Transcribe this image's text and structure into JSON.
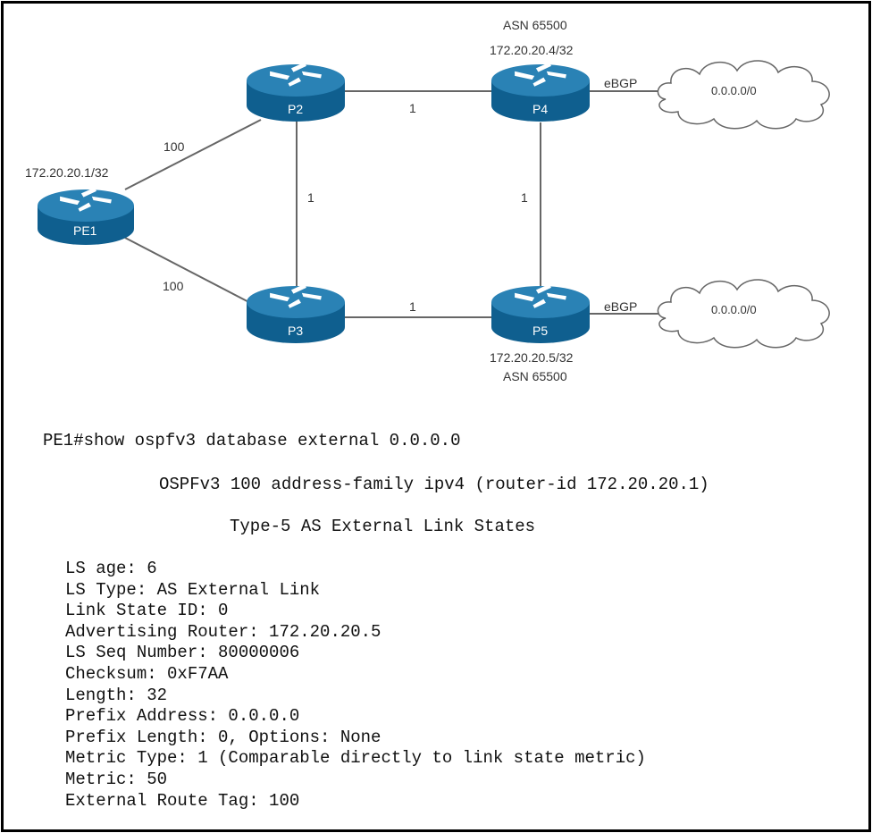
{
  "diagram": {
    "nodes": {
      "pe1": {
        "name": "PE1",
        "address": "172.20.20.1/32"
      },
      "p2": {
        "name": "P2"
      },
      "p3": {
        "name": "P3"
      },
      "p4": {
        "name": "P4",
        "asn": "ASN 65500",
        "address": "172.20.20.4/32"
      },
      "p5": {
        "name": "P5",
        "asn": "ASN 65500",
        "address": "172.20.20.5/32"
      }
    },
    "links": [
      {
        "from": "PE1",
        "to": "P2",
        "cost": "100"
      },
      {
        "from": "PE1",
        "to": "P3",
        "cost": "100"
      },
      {
        "from": "P2",
        "to": "P3",
        "cost": "1"
      },
      {
        "from": "P2",
        "to": "P4",
        "cost": "1"
      },
      {
        "from": "P3",
        "to": "P5",
        "cost": "1"
      },
      {
        "from": "P4",
        "to": "P5",
        "cost": "1"
      }
    ],
    "ebgp": [
      {
        "router": "P4",
        "label": "eBGP",
        "cloud": "0.0.0.0/0"
      },
      {
        "router": "P5",
        "label": "eBGP",
        "cloud": "0.0.0.0/0"
      }
    ],
    "colors": {
      "router_top": "#2a82b5",
      "router_side": "#0f5f8f",
      "line": "#666666"
    }
  },
  "cli": {
    "command": "PE1#show ospfv3 database external 0.0.0.0",
    "process_line": "OSPFv3 100 address-family ipv4 (router-id 172.20.20.1)",
    "section_title": "Type-5 AS External Link States",
    "fields": [
      "LS age: 6",
      "LS Type: AS External Link",
      "Link State ID: 0",
      "Advertising Router: 172.20.20.5",
      "LS Seq Number: 80000006",
      "Checksum: 0xF7AA",
      "Length: 32",
      "Prefix Address: 0.0.0.0",
      "Prefix Length: 0, Options: None",
      "Metric Type: 1 (Comparable directly to link state metric)",
      "Metric: 50",
      "External Route Tag: 100"
    ]
  }
}
